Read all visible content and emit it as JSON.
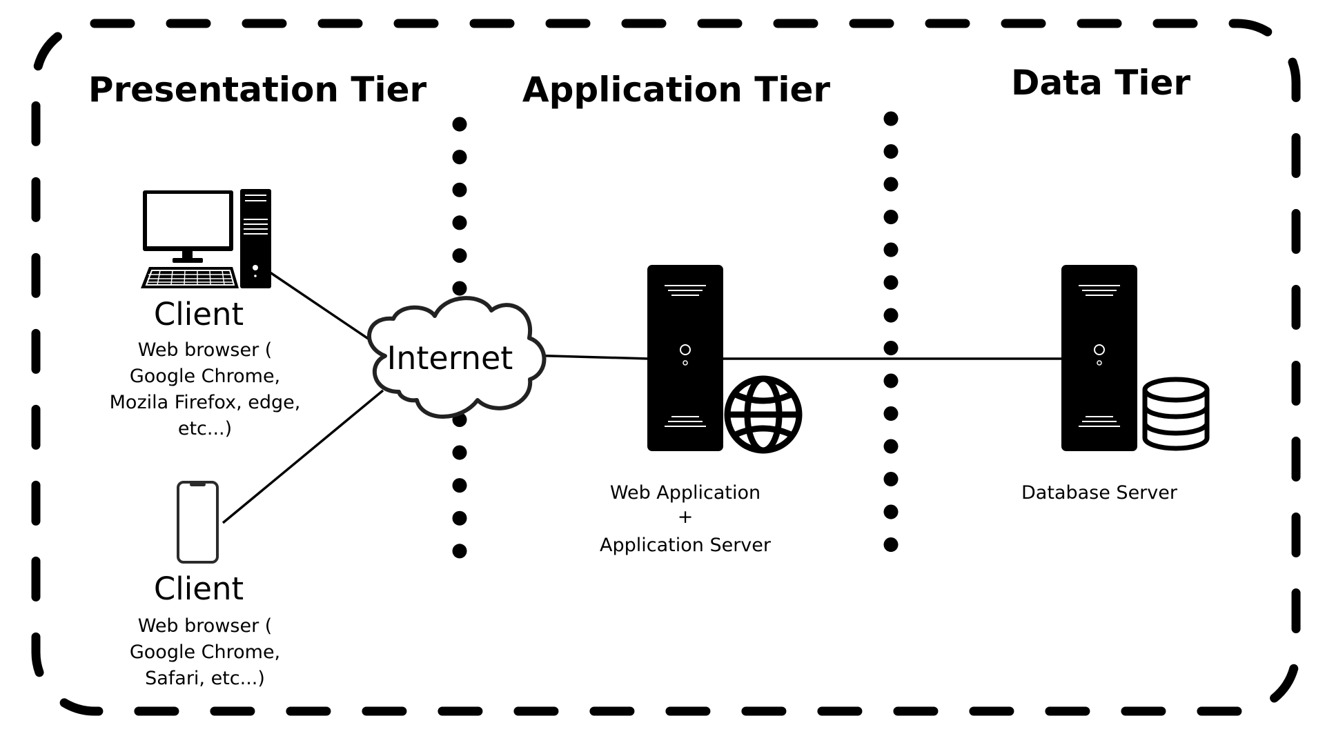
{
  "tiers": {
    "presentation": "Presentation Tier",
    "application": "Application Tier",
    "data": "Data Tier"
  },
  "desktop_client": {
    "title": "Client",
    "description_lines": [
      "Web browser (",
      "Google Chrome,",
      "Mozila Firefox, edge,",
      "etc...)"
    ]
  },
  "mobile_client": {
    "title": "Client",
    "description_lines": [
      "Web browser (",
      "Google Chrome,",
      "Safari, etc...)"
    ]
  },
  "internet": {
    "label": "Internet"
  },
  "app_server": {
    "label_lines": [
      "Web Application",
      "+",
      "Application Server"
    ]
  },
  "db_server": {
    "label": "Database Server"
  },
  "icons": [
    "desktop-computer-icon",
    "smartphone-icon",
    "cloud-icon",
    "server-tower-icon",
    "globe-icon",
    "database-icon"
  ],
  "colors": {
    "ink": "#000000",
    "background": "#ffffff"
  }
}
